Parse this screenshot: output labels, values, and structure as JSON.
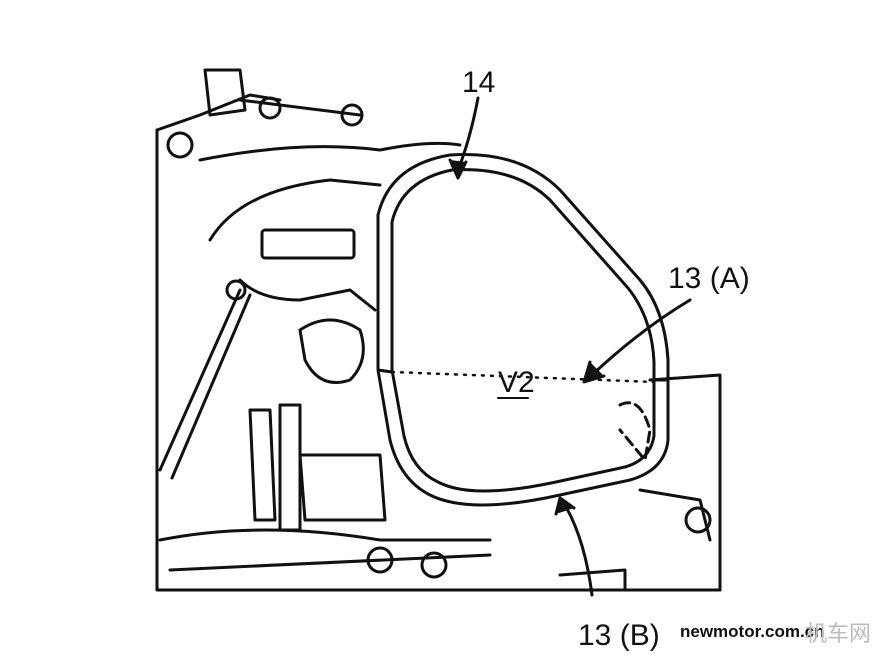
{
  "labels": {
    "loop": "14",
    "upper": "13 (A)",
    "lower": "13 (B)",
    "space": "V2"
  },
  "watermark": {
    "site": "newmotor.com.cn",
    "brand": "机车网"
  }
}
